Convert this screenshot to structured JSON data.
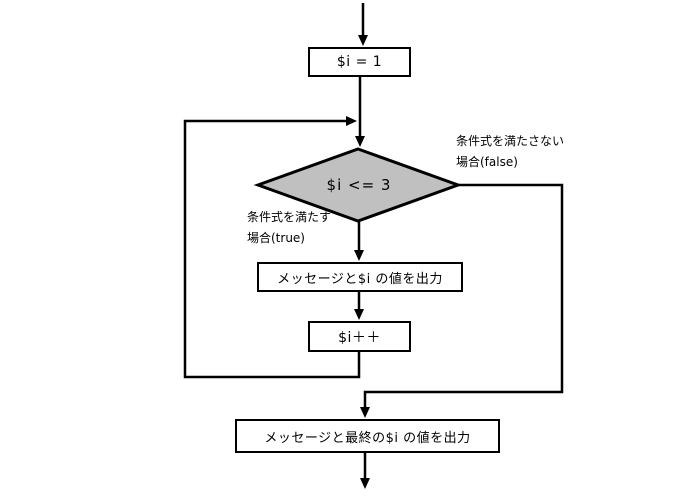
{
  "flowchart": {
    "nodes": {
      "init": {
        "label": "$i = 1"
      },
      "condition": {
        "label": "$i <= 3"
      },
      "output": {
        "label": "メッセージと$i の値を出力"
      },
      "increment": {
        "label": "$i＋＋"
      },
      "final_output": {
        "label": "メッセージと最終の$i の値を出力"
      }
    },
    "branch_labels": {
      "true_branch": {
        "line1": "条件式を満たす",
        "line2": "場合(true)"
      },
      "false_branch": {
        "line1": "条件式を満たさない",
        "line2": "場合(false)"
      }
    },
    "colors": {
      "diamond_fill": "#c0c0c0",
      "line": "#000000",
      "background": "#ffffff",
      "box_background": "#ffffff"
    }
  }
}
